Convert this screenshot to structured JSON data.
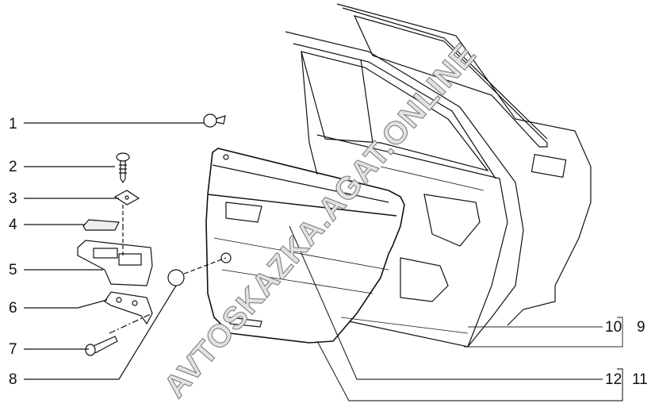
{
  "diagram": {
    "callouts": [
      {
        "id": "1",
        "label": "1"
      },
      {
        "id": "2",
        "label": "2"
      },
      {
        "id": "3",
        "label": "3"
      },
      {
        "id": "4",
        "label": "4"
      },
      {
        "id": "5",
        "label": "5"
      },
      {
        "id": "6",
        "label": "6"
      },
      {
        "id": "7",
        "label": "7"
      },
      {
        "id": "8",
        "label": "8"
      },
      {
        "id": "9",
        "label": "9"
      },
      {
        "id": "10",
        "label": "10"
      },
      {
        "id": "11",
        "label": "11"
      },
      {
        "id": "12",
        "label": "12"
      }
    ],
    "watermark": "AVTOSKAZKA.AGAT.ONLINE"
  }
}
